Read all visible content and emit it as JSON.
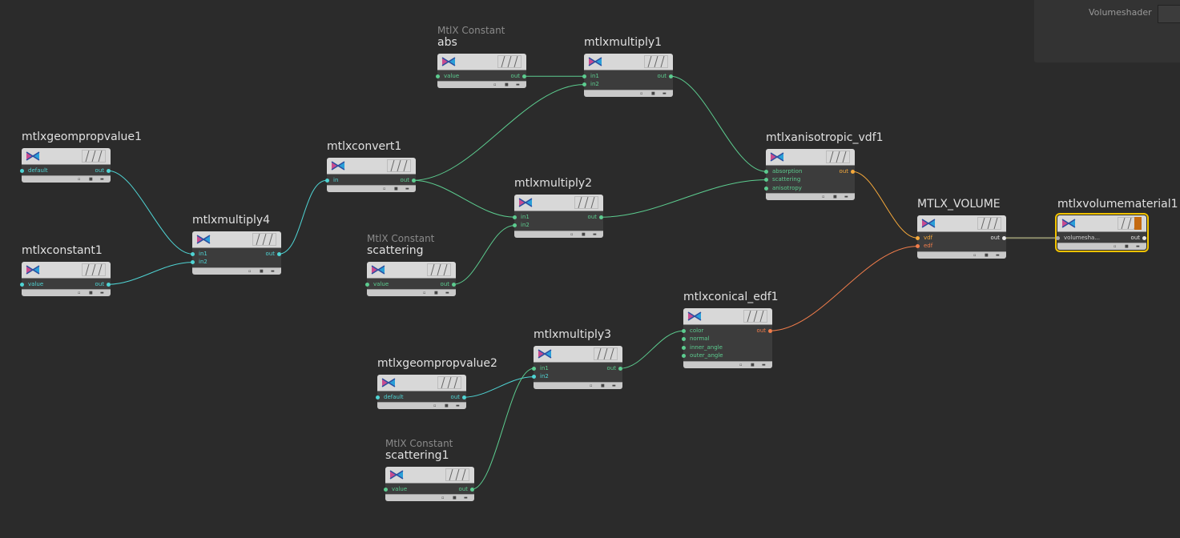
{
  "panel": {
    "label": "Volumeshader"
  },
  "colors": {
    "float": "#5ccc8f",
    "vector": "#4fd4d4",
    "vdf": "#f6a93b",
    "edf": "#f17d4b",
    "shader": "#d0d0d0",
    "material_wire": "#8c8c6a",
    "selection": "#f2c300"
  },
  "nodes": [
    {
      "id": "abs",
      "subtitle": "MtlX Constant",
      "title": "abs",
      "inputs": [
        {
          "label": "value",
          "type": "float"
        }
      ],
      "output": {
        "label": "out",
        "type": "float"
      }
    },
    {
      "id": "mtlxmultiply1",
      "subtitle": "",
      "title": "mtlxmultiply1",
      "inputs": [
        {
          "label": "in1",
          "type": "float"
        },
        {
          "label": "in2",
          "type": "float"
        }
      ],
      "output": {
        "label": "out",
        "type": "float"
      }
    },
    {
      "id": "mtlxgeompropvalue1",
      "subtitle": "",
      "title": "mtlxgeompropvalue1",
      "inputs": [
        {
          "label": "default",
          "type": "vector"
        }
      ],
      "output": {
        "label": "out",
        "type": "vector"
      }
    },
    {
      "id": "mtlxconvert1",
      "subtitle": "",
      "title": "mtlxconvert1",
      "inputs": [
        {
          "label": "in",
          "type": "vector"
        }
      ],
      "output": {
        "label": "out",
        "type": "float"
      }
    },
    {
      "id": "mtlxanisotropic_vdf1",
      "subtitle": "",
      "title": "mtlxanisotropic_vdf1",
      "inputs": [
        {
          "label": "absorption",
          "type": "float"
        },
        {
          "label": "scattering",
          "type": "float"
        },
        {
          "label": "anisotropy",
          "type": "float"
        }
      ],
      "output": {
        "label": "out",
        "type": "vdf"
      }
    },
    {
      "id": "mtlxmultiply2",
      "subtitle": "",
      "title": "mtlxmultiply2",
      "inputs": [
        {
          "label": "in1",
          "type": "float"
        },
        {
          "label": "in2",
          "type": "float"
        }
      ],
      "output": {
        "label": "out",
        "type": "float"
      }
    },
    {
      "id": "mtlxmultiply4",
      "subtitle": "",
      "title": "mtlxmultiply4",
      "inputs": [
        {
          "label": "in1",
          "type": "vector"
        },
        {
          "label": "in2",
          "type": "vector"
        }
      ],
      "output": {
        "label": "out",
        "type": "vector"
      }
    },
    {
      "id": "MTLX_VOLUME",
      "subtitle": "",
      "title": "MTLX_VOLUME",
      "inputs": [
        {
          "label": "vdf",
          "type": "vdf"
        },
        {
          "label": "edf",
          "type": "edf"
        }
      ],
      "output": {
        "label": "out",
        "type": "shader"
      }
    },
    {
      "id": "mtlxvolumematerial1",
      "subtitle": "",
      "title": "mtlxvolumematerial1",
      "inputs": [
        {
          "label": "volumesha...",
          "type": "shader"
        }
      ],
      "output": {
        "label": "out",
        "type": "shader"
      },
      "selected": true
    },
    {
      "id": "mtlxconstant1",
      "subtitle": "",
      "title": "mtlxconstant1",
      "inputs": [
        {
          "label": "value",
          "type": "vector"
        }
      ],
      "output": {
        "label": "out",
        "type": "vector"
      }
    },
    {
      "id": "scattering",
      "subtitle": "MtlX Constant",
      "title": "scattering",
      "inputs": [
        {
          "label": "value",
          "type": "float"
        }
      ],
      "output": {
        "label": "out",
        "type": "float"
      }
    },
    {
      "id": "mtlxconical_edf1",
      "subtitle": "",
      "title": "mtlxconical_edf1",
      "inputs": [
        {
          "label": "color",
          "type": "float"
        },
        {
          "label": "normal",
          "type": "float"
        },
        {
          "label": "inner_angle",
          "type": "float"
        },
        {
          "label": "outer_angle",
          "type": "float"
        }
      ],
      "output": {
        "label": "out",
        "type": "edf"
      }
    },
    {
      "id": "mtlxmultiply3",
      "subtitle": "",
      "title": "mtlxmultiply3",
      "inputs": [
        {
          "label": "in1",
          "type": "float"
        },
        {
          "label": "in2",
          "type": "vector"
        }
      ],
      "output": {
        "label": "out",
        "type": "float"
      }
    },
    {
      "id": "mtlxgeompropvalue2",
      "subtitle": "",
      "title": "mtlxgeompropvalue2",
      "inputs": [
        {
          "label": "default",
          "type": "vector"
        }
      ],
      "output": {
        "label": "out",
        "type": "vector"
      }
    },
    {
      "id": "scattering1",
      "subtitle": "MtlX Constant",
      "title": "scattering1",
      "inputs": [
        {
          "label": "value",
          "type": "float"
        }
      ],
      "output": {
        "label": "out",
        "type": "float"
      }
    }
  ],
  "connections": [
    {
      "from": "abs",
      "to": "mtlxmultiply1",
      "input": 0,
      "type": "float"
    },
    {
      "from": "mtlxconvert1",
      "to": "mtlxmultiply1",
      "input": 1,
      "type": "float"
    },
    {
      "from": "mtlxconvert1",
      "to": "mtlxmultiply2",
      "input": 0,
      "type": "float"
    },
    {
      "from": "scattering",
      "to": "mtlxmultiply2",
      "input": 1,
      "type": "float"
    },
    {
      "from": "mtlxmultiply1",
      "to": "mtlxanisotropic_vdf1",
      "input": 0,
      "type": "float"
    },
    {
      "from": "mtlxmultiply2",
      "to": "mtlxanisotropic_vdf1",
      "input": 1,
      "type": "float"
    },
    {
      "from": "mtlxgeompropvalue1",
      "to": "mtlxmultiply4",
      "input": 0,
      "type": "vector"
    },
    {
      "from": "mtlxconstant1",
      "to": "mtlxmultiply4",
      "input": 1,
      "type": "vector"
    },
    {
      "from": "mtlxmultiply4",
      "to": "mtlxconvert1",
      "input": 0,
      "type": "vector"
    },
    {
      "from": "mtlxanisotropic_vdf1",
      "to": "MTLX_VOLUME",
      "input": 0,
      "type": "vdf"
    },
    {
      "from": "mtlxconical_edf1",
      "to": "MTLX_VOLUME",
      "input": 1,
      "type": "edf"
    },
    {
      "from": "MTLX_VOLUME",
      "to": "mtlxvolumematerial1",
      "input": 0,
      "type": "material_wire"
    },
    {
      "from": "mtlxgeompropvalue2",
      "to": "mtlxmultiply3",
      "input": 1,
      "type": "vector"
    },
    {
      "from": "scattering1",
      "to": "mtlxmultiply3",
      "input": 0,
      "type": "float"
    },
    {
      "from": "mtlxmultiply3",
      "to": "mtlxconical_edf1",
      "input": 0,
      "type": "float"
    }
  ]
}
